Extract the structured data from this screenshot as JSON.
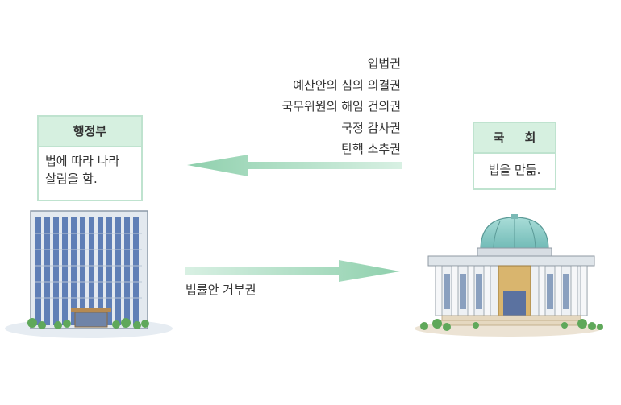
{
  "government": {
    "title": "행정부",
    "description_lines": [
      "법에 따라 나라",
      "살림을 함."
    ]
  },
  "national_assembly": {
    "title": "국 회",
    "description": "법을 만듦."
  },
  "assembly_powers": [
    "입법권",
    "예산안의 심의 의결권",
    "국무위원의 해임 건의권",
    "국정 감사권",
    "탄핵 소추권"
  ],
  "government_power": "법률안 거부권",
  "colors": {
    "arrow": "#a8dcc0",
    "box_header": "#d6f0e0",
    "box_border": "#bfe3cf"
  },
  "icons": {
    "government": "office-building-icon",
    "assembly": "assembly-building-icon"
  }
}
